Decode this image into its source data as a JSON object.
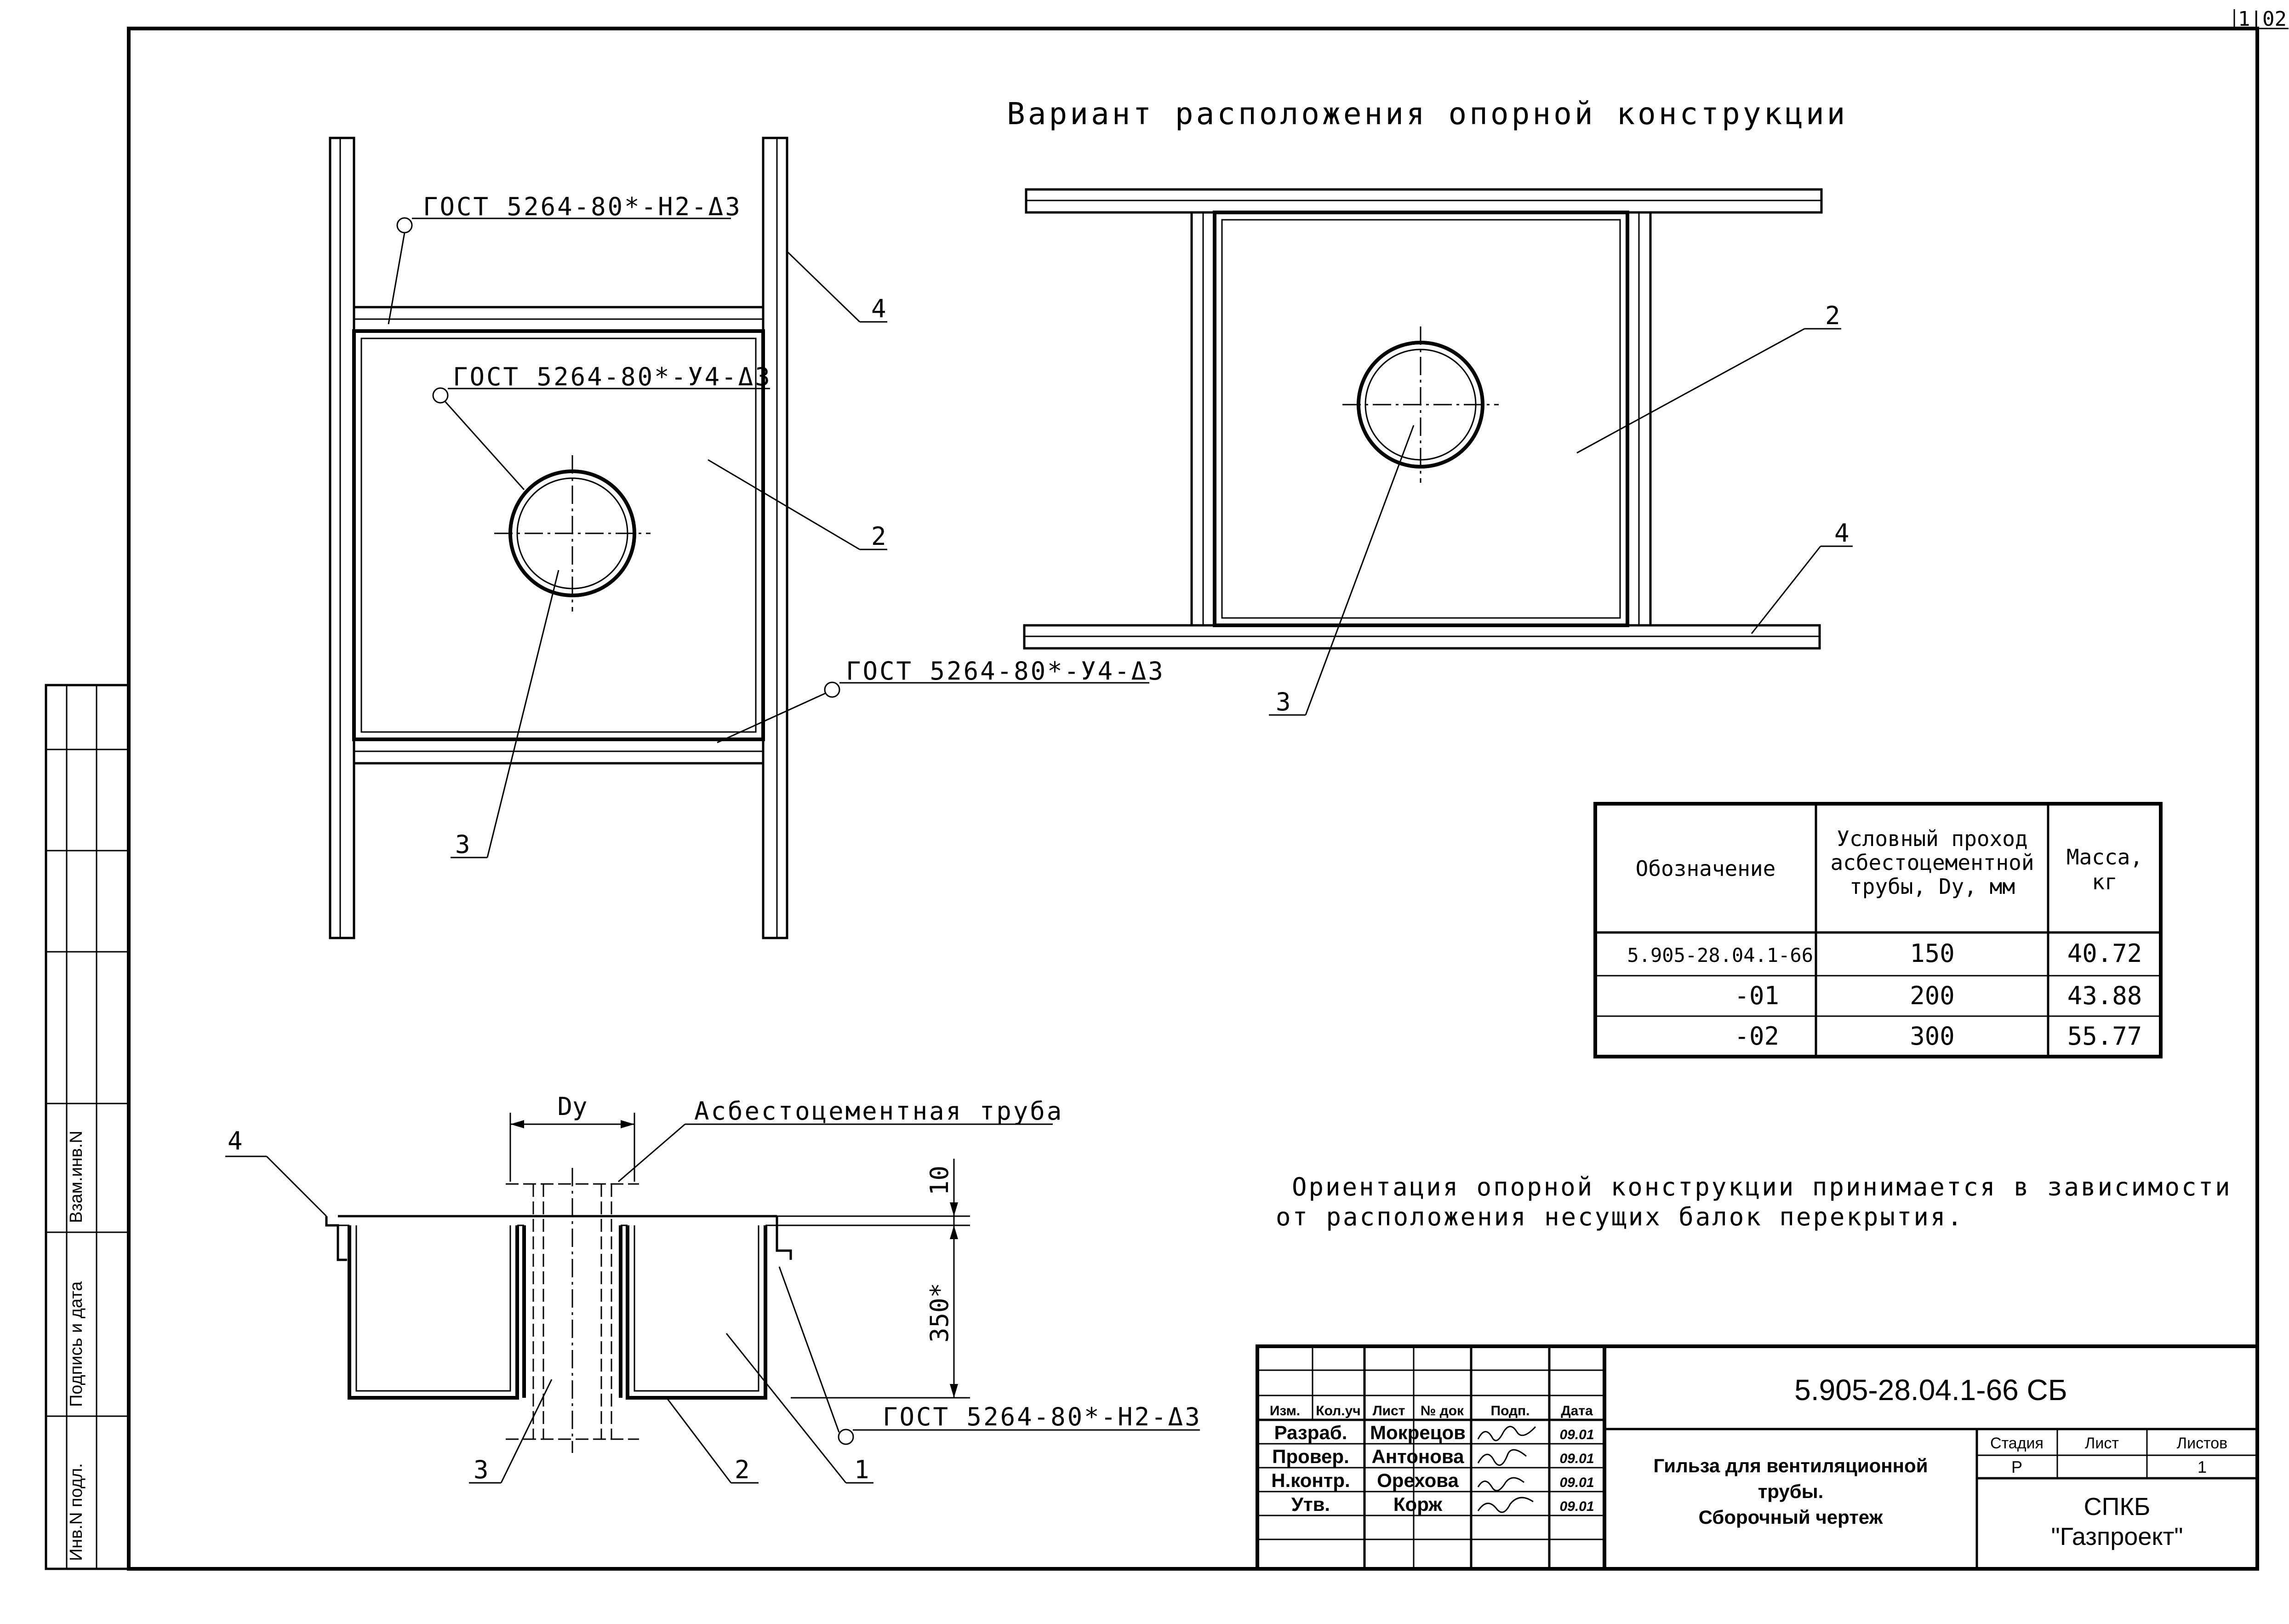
{
  "sheet": {
    "page_number": "1|02",
    "variant_title": "Вариант расположения опорной конструкции",
    "note_line1": "Ориентация опорной конструкции принимается в зависимости",
    "note_line2": "от расположения несущих балок перекрытия."
  },
  "plan_view": {
    "weld_top": "ГОСТ 5264-80*-Н2-Δ3",
    "weld_hole": "ГОСТ 5264-80*-У4-Δ3",
    "weld_bottom": "ГОСТ 5264-80*-У4-Δ3",
    "pos_4": "4",
    "pos_2": "2",
    "pos_3": "3"
  },
  "variant_view": {
    "pos_2": "2",
    "pos_3": "3",
    "pos_4": "4"
  },
  "section_view": {
    "dim_dy": "Dy",
    "pipe_label": "Асбестоцементная труба",
    "dim_10": "10",
    "dim_350": "350*",
    "weld": "ГОСТ 5264-80*-Н2-Δ3",
    "pos_4": "4",
    "pos_3": "3",
    "pos_2": "2",
    "pos_1": "1"
  },
  "spec_table": {
    "headers": [
      "Обозначение",
      "Условный проход",
      "асбестоцементной",
      "трубы, Dy, мм",
      "Масса,",
      "кг"
    ],
    "rows": [
      {
        "designation": "5.905-28.04.1-66",
        "dy": "150",
        "mass": "40.72"
      },
      {
        "designation": "-01",
        "dy": "200",
        "mass": "43.88"
      },
      {
        "designation": "-02",
        "dy": "300",
        "mass": "55.77"
      }
    ]
  },
  "side_stamp": {
    "inv_podl": "Инв.N подл.",
    "podpis": "Подпись и дата",
    "vzam": "Взам.инв.N"
  },
  "title_block": {
    "code": "5.905-28.04.1-66 СБ",
    "col_headers": [
      "Изм.",
      "Кол.уч",
      "Лист",
      "№ док",
      "Подп.",
      "Дата"
    ],
    "roles": [
      {
        "role": "Разраб.",
        "name": "Мокрецов",
        "date": "09.01"
      },
      {
        "role": "Провер.",
        "name": "Антонова",
        "date": "09.01"
      },
      {
        "role": "Н.контр.",
        "name": "Орехова",
        "date": "09.01"
      },
      {
        "role": "Утв.",
        "name": "Корж",
        "date": "09.01"
      }
    ],
    "title_line1": "Гильза для вентиляционной",
    "title_line2": "трубы.",
    "title_line3": "Сборочный чертеж",
    "stage_label": "Стадия",
    "sheet_label": "Лист",
    "sheets_label": "Листов",
    "stage": "Р",
    "sheets": "1",
    "org_line1": "СПКБ",
    "org_line2": "\"Газпроект\""
  }
}
